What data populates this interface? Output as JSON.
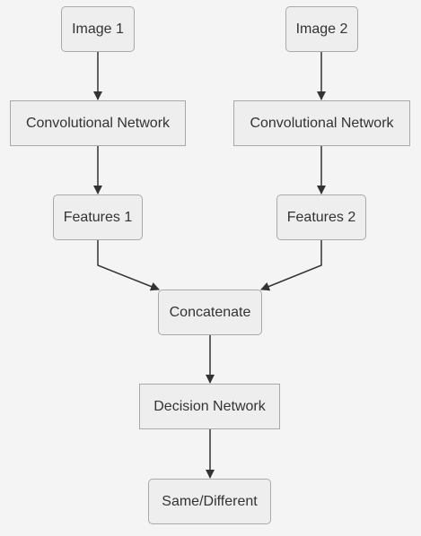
{
  "diagram": {
    "nodes": {
      "image1": "Image 1",
      "image2": "Image 2",
      "conv1": "Convolutional Network",
      "conv2": "Convolutional Network",
      "feat1": "Features 1",
      "feat2": "Features 2",
      "concat": "Concatenate",
      "decision": "Decision Network",
      "output": "Same/Different"
    },
    "edges": [
      [
        "Image 1",
        "Convolutional Network (left)"
      ],
      [
        "Image 2",
        "Convolutional Network (right)"
      ],
      [
        "Convolutional Network (left)",
        "Features 1"
      ],
      [
        "Convolutional Network (right)",
        "Features 2"
      ],
      [
        "Features 1",
        "Concatenate"
      ],
      [
        "Features 2",
        "Concatenate"
      ],
      [
        "Concatenate",
        "Decision Network"
      ],
      [
        "Decision Network",
        "Same/Different"
      ]
    ],
    "colors": {
      "background": "#f4f4f4",
      "node_fill": "#eeeeee",
      "node_border": "#a9a9a9",
      "edge": "#333333",
      "text": "#333333"
    }
  }
}
